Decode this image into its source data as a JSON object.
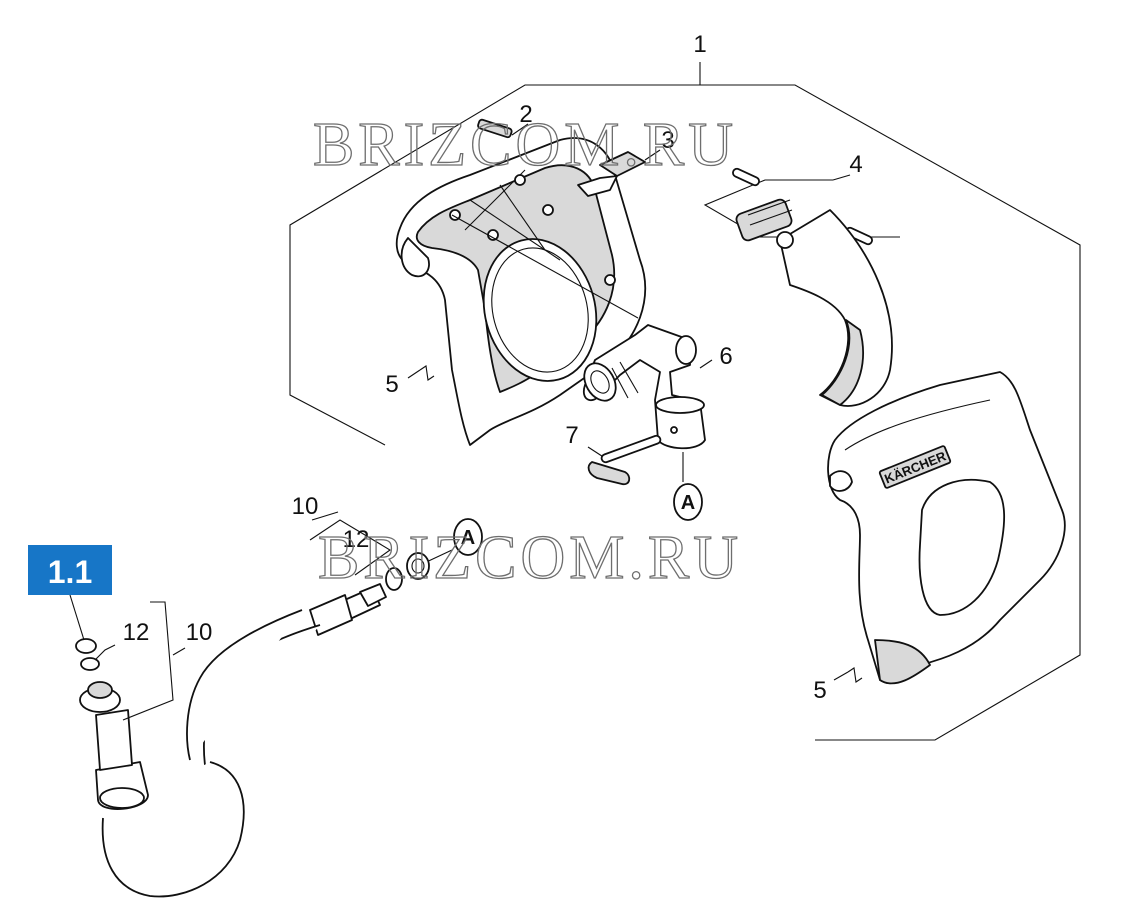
{
  "diagram": {
    "watermarks": [
      "BRIZCOM.RU",
      "BRIZCOM.RU"
    ],
    "badge": {
      "label": "1.1",
      "color": "#1776c7"
    },
    "callouts": {
      "c1": "1",
      "c2": "2",
      "c3": "3",
      "c4": "4",
      "c5a": "5",
      "c5b": "5",
      "c6": "6",
      "c7": "7",
      "c10a": "10",
      "c10b": "10",
      "c12a": "12",
      "c12b": "12"
    },
    "connector_marks": [
      "A",
      "A"
    ],
    "brand_label": "KÄRCHER",
    "colors": {
      "line": "#111111",
      "fill_light": "#d9d9d9",
      "background": "#ffffff"
    }
  }
}
